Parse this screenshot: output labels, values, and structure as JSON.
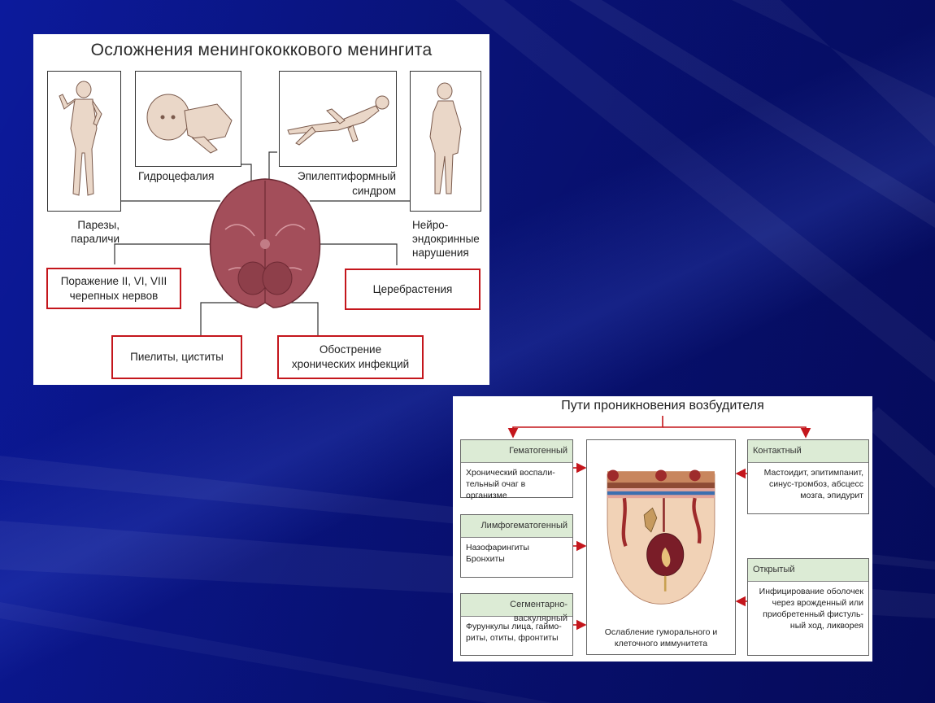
{
  "panel1": {
    "title": "Осложнения менингококкового менингита",
    "labels": {
      "hydrocephaly": "Гидроцефалия",
      "epileptic_1": "Эпилептиформный",
      "epileptic_2": "синдром",
      "paresis_1": "Парезы,",
      "paresis_2": "параличи",
      "neuro_1": "Нейро-",
      "neuro_2": "эндокринные",
      "neuro_3": "нарушения"
    },
    "boxes": {
      "nerves_1": "Поражение II, VI, VIII",
      "nerves_2": "черепных нервов",
      "cerebrasthenia": "Церебрастения",
      "pyelitis": "Пиелиты, циститы",
      "chronic_1": "Обострение",
      "chronic_2": "хронических инфекций"
    },
    "colors": {
      "red_border": "#c4161c",
      "brain": "#a34e5a"
    }
  },
  "panel2": {
    "title": "Пути проникновения возбудителя",
    "left": [
      {
        "header": "Гематогенный",
        "lines": [
          "Хронический воспали-",
          "тельный очаг в организме"
        ]
      },
      {
        "header": "Лимфогематогенный",
        "lines": [
          "Назофарингиты",
          "Бронхиты"
        ]
      },
      {
        "header": "Сегментарно-васкулярный",
        "lines": [
          "Фурункулы лица, гаймо-",
          "риты, отиты, фронтиты"
        ]
      }
    ],
    "right": [
      {
        "header": "Контактный",
        "lines": [
          "Мастоидит, эпитимпанит,",
          "синус-тромбоз, абсцесс",
          "мозга, эпидурит"
        ]
      },
      {
        "header": "Открытый",
        "lines": [
          "Инфицирование оболочек",
          "через врожденный или",
          "приобретенный фистуль-",
          "ный ход, ликворея"
        ]
      }
    ],
    "center_caption": [
      "Ослабление гуморального и",
      "клеточного иммунитета"
    ],
    "colors": {
      "header_bg": "#dcebd5",
      "arrow": "#c4161c"
    }
  }
}
